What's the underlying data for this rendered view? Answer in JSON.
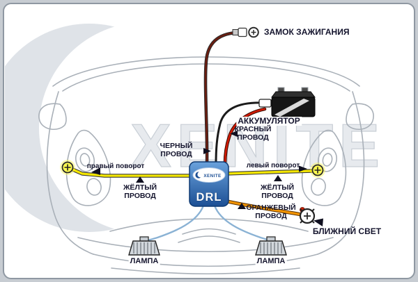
{
  "scene": {
    "watermark_text": "XENITE"
  },
  "drl_unit": {
    "brand": "XENITE",
    "model": "DRL"
  },
  "labels": {
    "ignition": "ЗАМОК ЗАЖИГАНИЯ",
    "battery": "АККУМУЛЯТОР",
    "red_wire": {
      "line1": "КРАСНЫЙ",
      "line2": "ПРОВОД"
    },
    "black_wire": {
      "line1": "ЧЕРНЫЙ",
      "line2": "ПРОВОД"
    },
    "yellow_wire": {
      "line1": "ЖЁЛТЫЙ",
      "line2": "ПРОВОД"
    },
    "orange_wire": {
      "line1": "ОРАНЖЕВЫЙ",
      "line2": "ПРОВОД"
    },
    "right_turn": "правый поворот",
    "left_turn": "левый поворот",
    "low_beam": "БЛИЖНИЙ СВЕТ",
    "lamp": "ЛАМПА"
  },
  "icons": {
    "ignition_connector": "ring-terminal-plus",
    "battery": "car-battery",
    "turn_signal": "circle-plus",
    "low_beam": "bulb-cross",
    "lamp": "drl-lamp-block"
  },
  "colors": {
    "canvas_bg": "#c7ccd2",
    "panel_bg": "#ffffff",
    "label_text": "#15152e",
    "watermark": "#e7eaee",
    "wire_ignition": "#6b1d10",
    "wire_black": "#1b1b1b",
    "wire_red": "#d21a00",
    "wire_yellow": "#f4e600",
    "wire_orange": "#f29400",
    "wire_blue": "#8ab2d4",
    "drl_box_top": "#6aa2dc",
    "drl_box_bottom": "#1c4f94"
  }
}
